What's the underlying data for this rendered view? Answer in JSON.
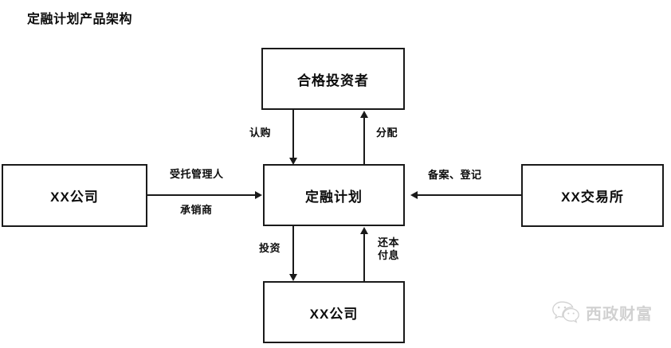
{
  "diagram": {
    "title": "定融计划产品架构",
    "type": "flow",
    "nodes": [
      {
        "id": "top",
        "label": "合格投资者"
      },
      {
        "id": "left",
        "label": "XX公司"
      },
      {
        "id": "center",
        "label": "定融计划"
      },
      {
        "id": "right",
        "label": "XX交易所"
      },
      {
        "id": "bottom",
        "label": "XX公司"
      }
    ],
    "edges": [
      {
        "id": "top-to-center",
        "from": "top",
        "to": "center",
        "label": "认购",
        "direction": "down"
      },
      {
        "id": "center-to-top",
        "from": "center",
        "to": "top",
        "label": "分配",
        "direction": "up"
      },
      {
        "id": "left-to-center",
        "from": "left",
        "to": "center",
        "label_above": "受托管理人",
        "label_below": "承销商",
        "direction": "right"
      },
      {
        "id": "right-to-center",
        "from": "right",
        "to": "center",
        "label": "备案、登记",
        "direction": "left"
      },
      {
        "id": "center-to-bottom",
        "from": "center",
        "to": "bottom",
        "label": "投资",
        "direction": "down"
      },
      {
        "id": "bottom-to-center",
        "from": "bottom",
        "to": "center",
        "label_line1": "还本",
        "label_line2": "付息",
        "direction": "up"
      }
    ],
    "colors": {
      "stroke": "#1a1a1a",
      "text": "#0d0d0d",
      "background": "#ffffff",
      "watermark": "#6b6b6b"
    }
  },
  "watermark": {
    "text": "西政财富",
    "icon": "wechat-icon"
  }
}
